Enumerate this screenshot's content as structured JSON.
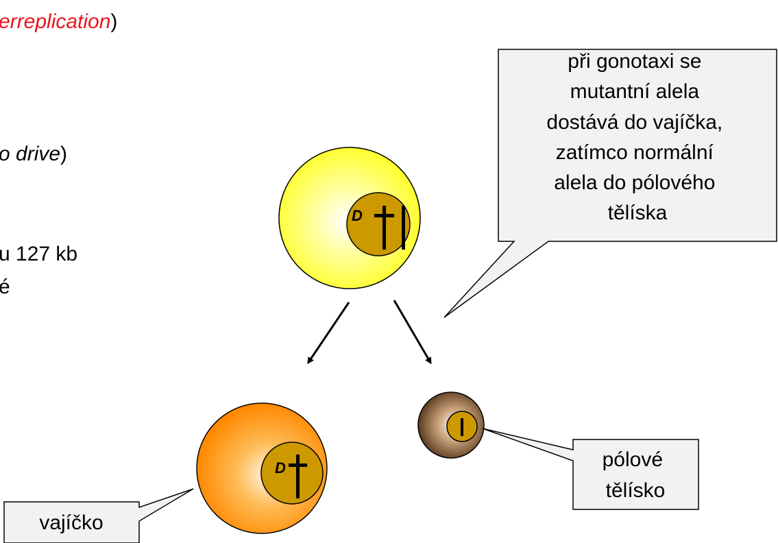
{
  "slide": {
    "line1_prefix": "",
    "line1_red": "erreplication",
    "line1_suffix": ")",
    "line2_italic": "o drive",
    "line2_suffix": ")",
    "line3": "u 127 kb",
    "line4": "é"
  },
  "diagram": {
    "callout_top": [
      "při gonotaxi se",
      "mutantní alela",
      "dostává do vajíčka,",
      "zatímco normální",
      "alela do pólového",
      "tělíska"
    ],
    "callout_egg": "vajíčko",
    "callout_polar": [
      "pólové",
      "tělísko"
    ],
    "allele_D": "D",
    "colors": {
      "top_cell": "#ffff33",
      "egg_cell": "#ff9900",
      "polar_cell": "#6b4a2a",
      "nucleus": "#cc9900",
      "callout_bg": "#f2f2f2"
    }
  }
}
